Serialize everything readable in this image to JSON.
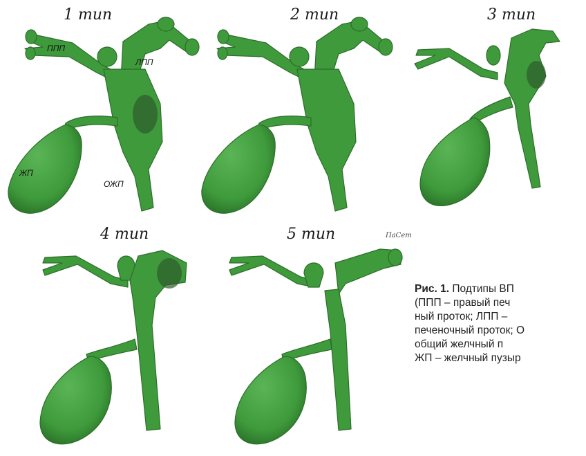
{
  "figure": {
    "panels": [
      {
        "label": "1 тип",
        "stone": true
      },
      {
        "label": "2 тип",
        "stone": false
      },
      {
        "label": "3 тип",
        "stone": true
      },
      {
        "label": "4 тип",
        "stone": true
      },
      {
        "label": "5 тип",
        "stone": false
      }
    ],
    "annotations": {
      "ppp": "ППП",
      "lpp": "ЛПП",
      "zhp": "ЖП",
      "ozhp": "ОЖП"
    },
    "watermark": "ПаСет",
    "colors": {
      "duct_green": "#3f9a3c",
      "duct_dark": "#2b6e29",
      "stone_dark": "#2f5b2c"
    }
  },
  "caption": {
    "fig_ref": "Рис. 1.",
    "lines": [
      " Подтипы ВП",
      "(ППП – правый печ",
      "ный проток; ЛПП –",
      "печеночный проток; О",
      "общий желчный п",
      "ЖП – желчный пузыр"
    ]
  }
}
